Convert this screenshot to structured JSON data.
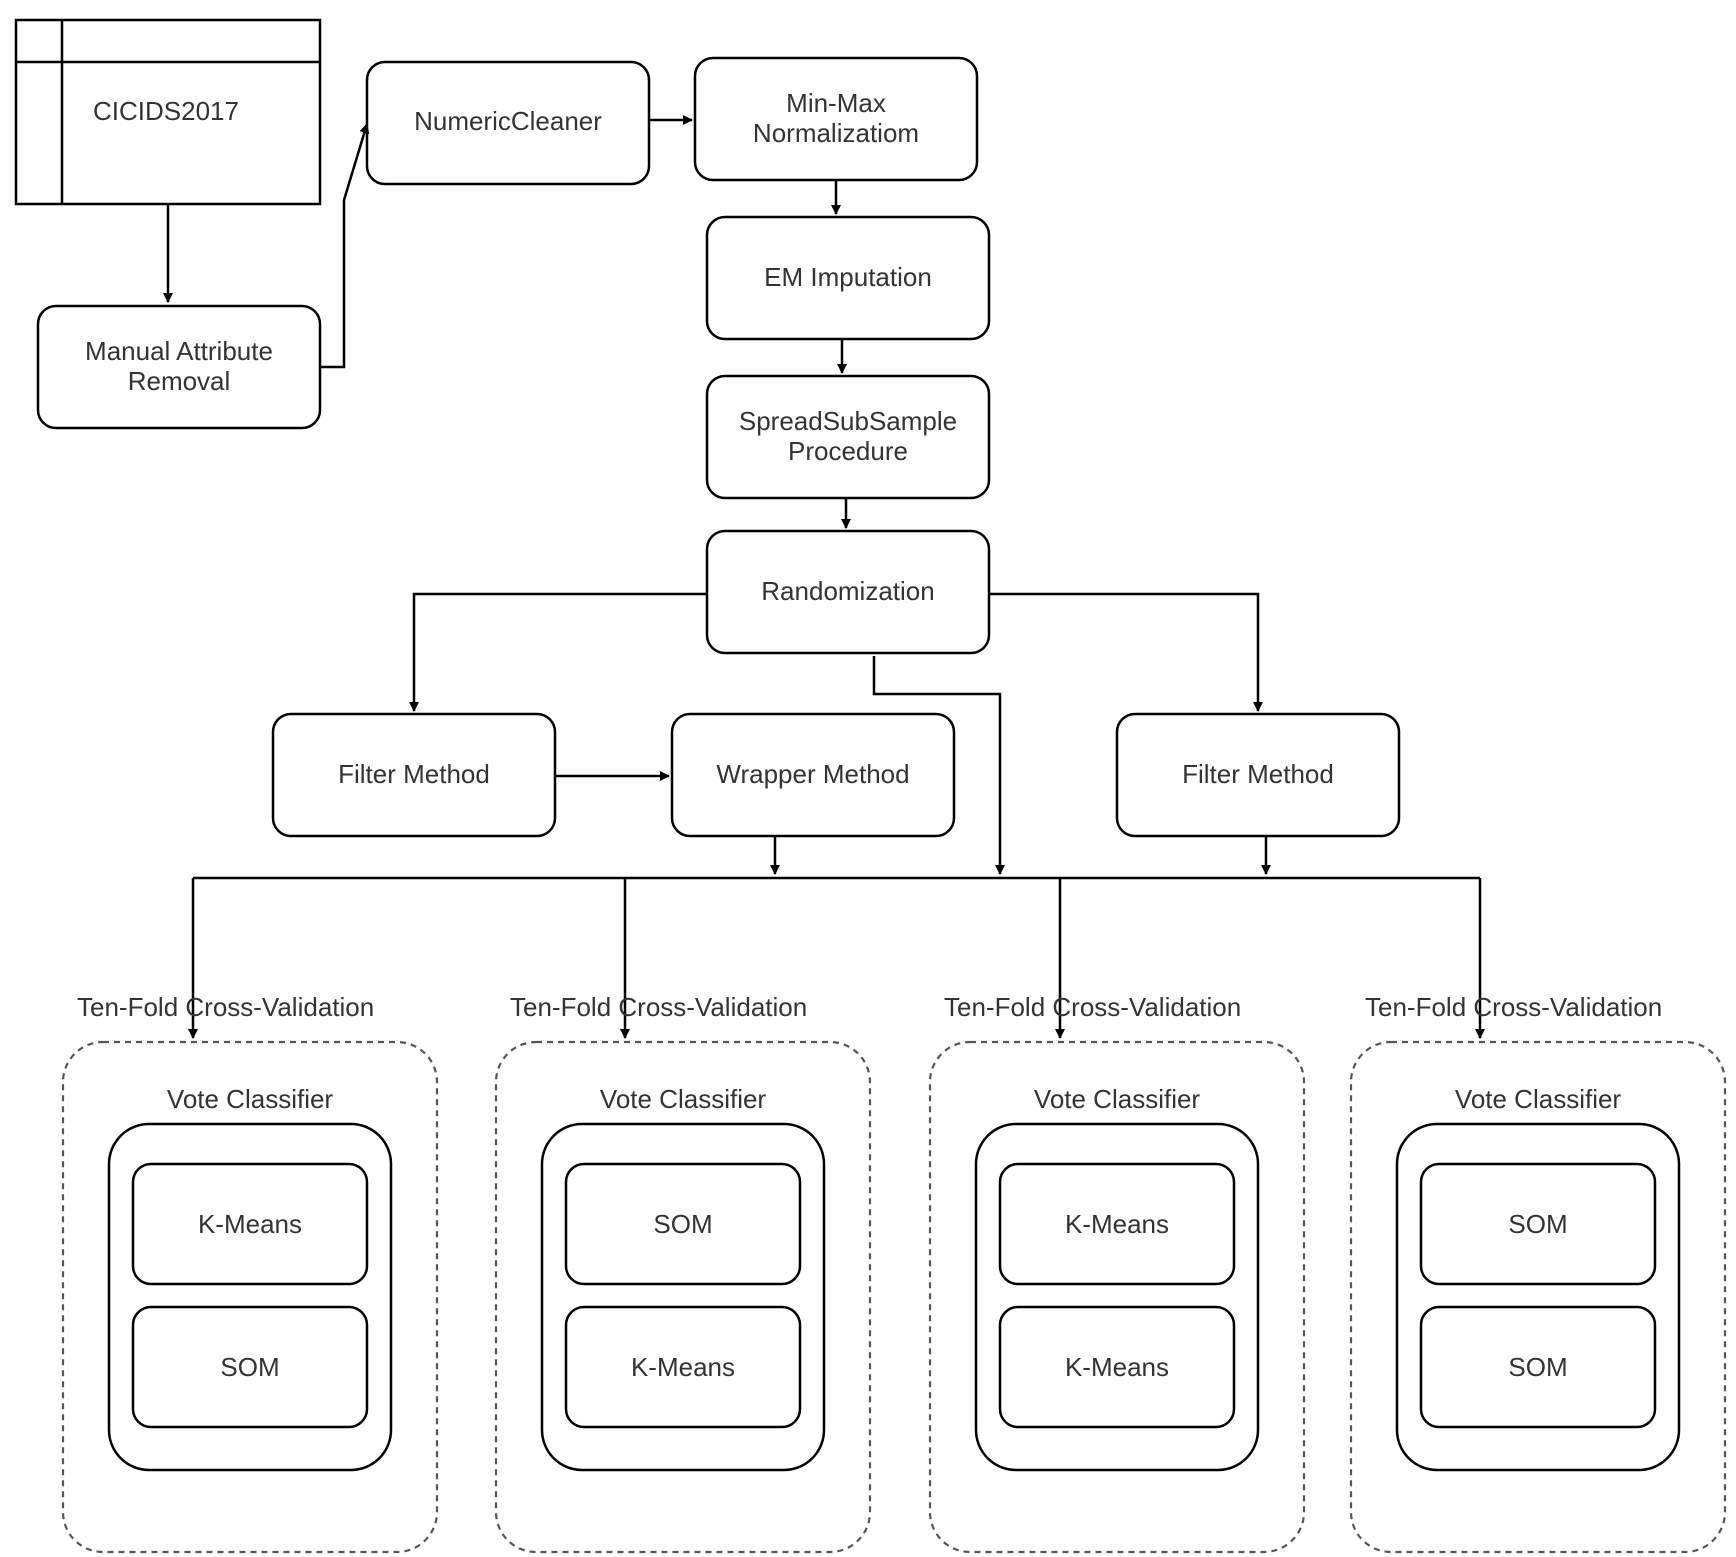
{
  "nodes": {
    "dataset": "CICIDS2017",
    "manual_removal": [
      "Manual Attribute",
      "Removal"
    ],
    "numeric_cleaner": "NumericCleaner",
    "minmax": [
      "Min-Max",
      "Normalizatiom"
    ],
    "em_imputation": "EM Imputation",
    "spread_subsample": [
      "SpreadSubSample",
      "Procedure"
    ],
    "randomization": "Randomization",
    "filter_left": "Filter Method",
    "wrapper": "Wrapper Method",
    "filter_right": "Filter Method"
  },
  "validation_groups": [
    {
      "title": "Ten-Fold Cross-Validation",
      "classifier": "Vote Classifier",
      "models": [
        "K-Means",
        "SOM"
      ]
    },
    {
      "title": "Ten-Fold Cross-Validation",
      "classifier": "Vote Classifier",
      "models": [
        "SOM",
        "K-Means"
      ]
    },
    {
      "title": "Ten-Fold Cross-Validation",
      "classifier": "Vote Classifier",
      "models": [
        "K-Means",
        "K-Means"
      ]
    },
    {
      "title": "Ten-Fold Cross-Validation",
      "classifier": "Vote Classifier",
      "models": [
        "SOM",
        "SOM"
      ]
    }
  ]
}
